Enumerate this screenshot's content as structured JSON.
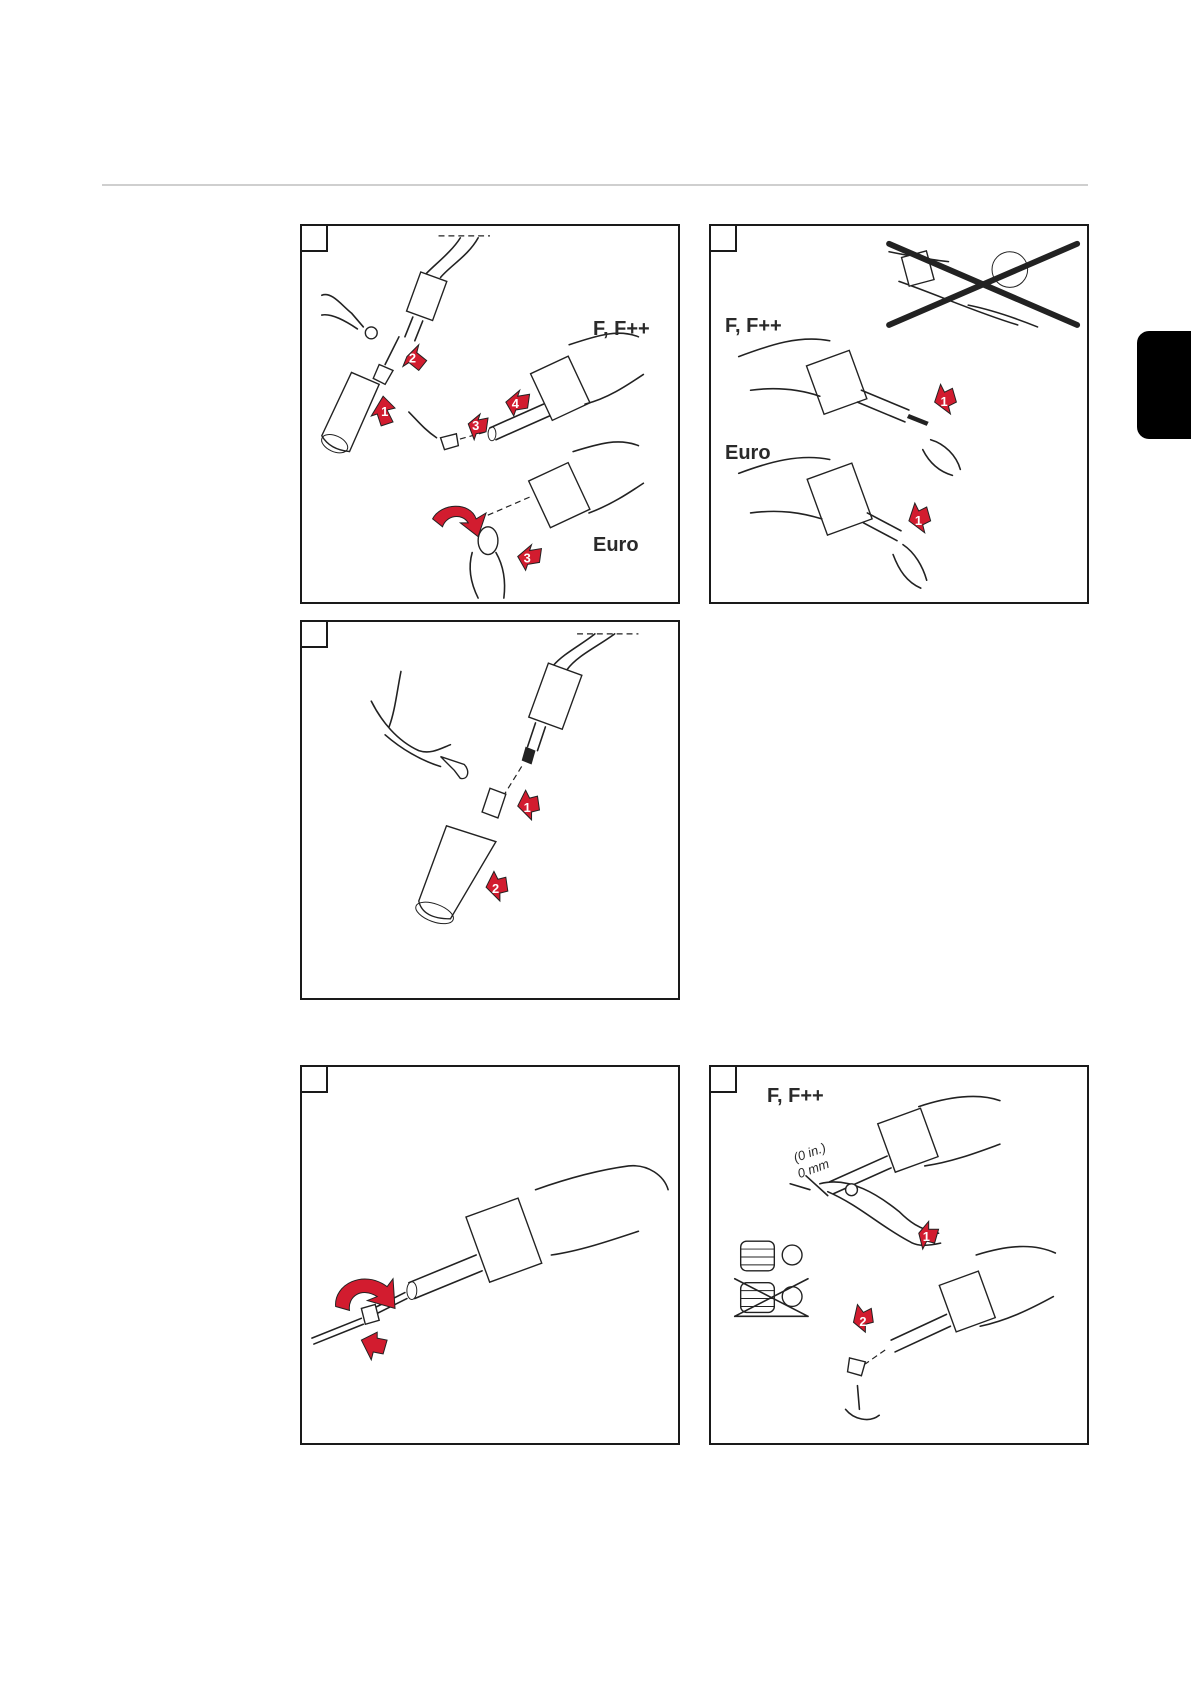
{
  "panels": [
    {
      "step_number": "",
      "labels": {
        "top": "F, F++",
        "bottom": "Euro"
      },
      "arrows": [
        "1",
        "2",
        "3",
        "4",
        "3"
      ]
    },
    {
      "step_number": "",
      "labels": {
        "top": "F, F++",
        "bottom": "Euro"
      },
      "arrows": [
        "1",
        "1"
      ]
    },
    {
      "step_number": "",
      "arrows": [
        "1",
        "2"
      ]
    },
    {
      "step_number": ""
    },
    {
      "step_number": "",
      "labels": {
        "top": "F, F++",
        "dim_in": "(0 in.)",
        "dim_mm": "0 mm"
      },
      "arrows": [
        "1",
        "2"
      ]
    }
  ],
  "colors": {
    "arrow_red": "#d21c2f",
    "tab_black": "#000000",
    "rule_gray": "#cfcfcf"
  }
}
